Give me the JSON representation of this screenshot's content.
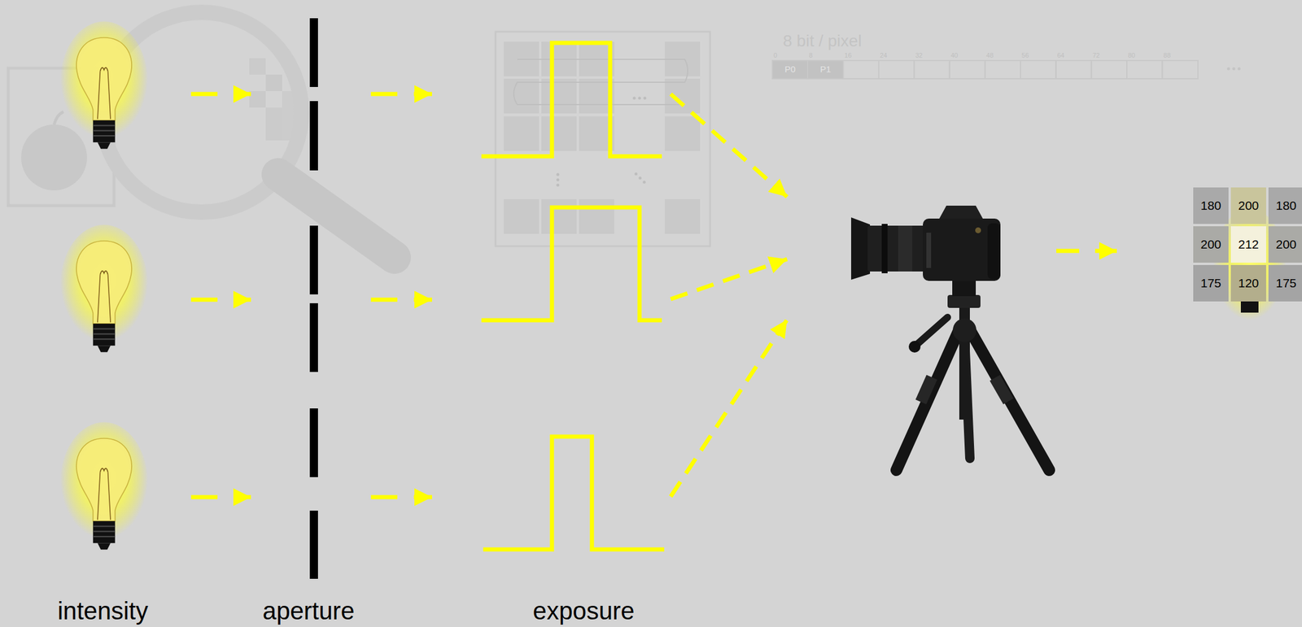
{
  "diagram": {
    "nodes": [
      {
        "text": [
          "P0"
        ]
      },
      {
        "text": [
          "P1"
        ]
      },
      {
        "text": [
          "180"
        ]
      },
      {
        "text": [
          "200"
        ]
      },
      {
        "text": [
          "180"
        ]
      },
      {
        "text": [
          "200"
        ]
      },
      {
        "text": [
          "212"
        ]
      },
      {
        "text": [
          "200"
        ]
      },
      {
        "text": [
          "175"
        ]
      },
      {
        "text": [
          "120"
        ]
      },
      {
        "text": [
          "175"
        ]
      }
    ],
    "labels": [
      "8 bit / pixel",
      "0",
      "8",
      "16",
      "24",
      "32",
      "40",
      "48",
      "56",
      "64",
      "72",
      "80",
      "88",
      "intensity",
      "aperture",
      "exposure"
    ]
  }
}
